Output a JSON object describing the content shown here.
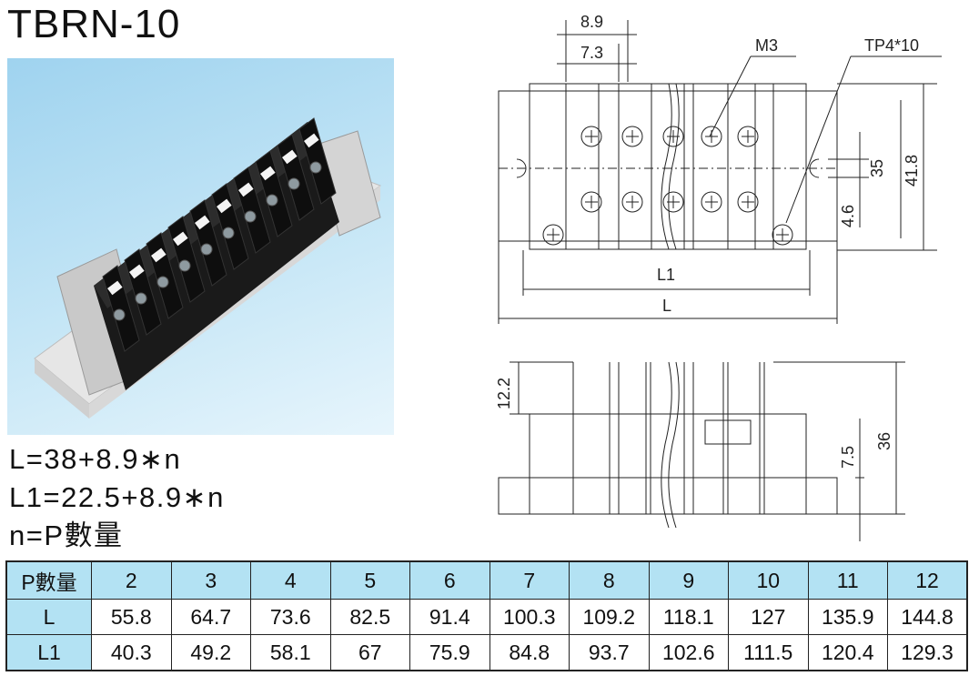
{
  "title": "TBRN-10",
  "formulas": {
    "l": "L=38+8.9∗n",
    "l1": "L1=22.5+8.9∗n",
    "n": "n=P數量"
  },
  "drawing": {
    "dim_pitch": "8.9",
    "dim_gap": "7.3",
    "screw_label": "M3",
    "tap_label": "TP4*10",
    "dim_35": "35",
    "dim_41_8": "41.8",
    "dim_4_6": "4.6",
    "dim_L1": "L1",
    "dim_L": "L",
    "dim_12_2": "12.2",
    "dim_7_5": "7.5",
    "dim_36": "36"
  },
  "table": {
    "header": "P數量",
    "p": [
      "2",
      "3",
      "4",
      "5",
      "6",
      "7",
      "8",
      "9",
      "10",
      "11",
      "12"
    ],
    "L_label": "L",
    "L": [
      "55.8",
      "64.7",
      "73.6",
      "82.5",
      "91.4",
      "100.3",
      "109.2",
      "118.1",
      "127",
      "135.9",
      "144.8"
    ],
    "L1_label": "L1",
    "L1": [
      "40.3",
      "49.2",
      "58.1",
      "67",
      "75.9",
      "84.8",
      "93.7",
      "102.6",
      "111.5",
      "120.4",
      "129.3"
    ]
  },
  "colors": {
    "table_header_bg": "#b3e2f3",
    "photo_bg": "#a8d8f0"
  }
}
